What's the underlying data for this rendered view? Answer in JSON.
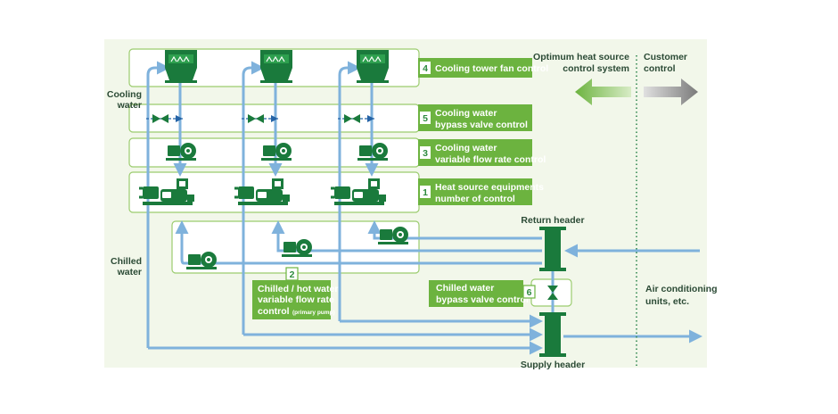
{
  "labels": {
    "cooling_water": [
      "Cooling",
      "water"
    ],
    "chilled_water": [
      "Chilled",
      "water"
    ],
    "return_header": "Return header",
    "supply_header": "Supply header",
    "optimum": [
      "Optimum heat source",
      "control system"
    ],
    "customer": [
      "Customer",
      "control"
    ],
    "air_conditioning": [
      "Air conditioning",
      "units, etc."
    ]
  },
  "controls": [
    {
      "num": "4",
      "lines": [
        "Cooling tower fan control"
      ]
    },
    {
      "num": "5",
      "lines": [
        "Cooling water",
        "bypass valve control"
      ]
    },
    {
      "num": "3",
      "lines": [
        "Cooling water",
        "variable flow rate control"
      ]
    },
    {
      "num": "1",
      "lines": [
        "Heat source equipments",
        "number of control"
      ]
    },
    {
      "num": "2",
      "lines": [
        "Chilled / hot water",
        "variable flow rate",
        "control"
      ],
      "note": "(primary pump)"
    },
    {
      "num": "6",
      "lines": [
        "Chilled water",
        "bypass valve control"
      ]
    }
  ],
  "colors": {
    "panel": "#f2f7ea",
    "row_fill": "#ffffff",
    "row_stroke": "#9bcc6e",
    "box_green": "#6cb33f",
    "dark_green": "#1a7a3c",
    "pipe_blue": "#7fb2dc",
    "arrow_green": "#8cc35e",
    "arrow_gray": "#8a8a8a"
  },
  "icons": {
    "cooling_tower": "cooling-tower-icon",
    "pump": "pump-icon",
    "chiller": "chiller-icon",
    "valve": "bypass-valve-icon",
    "header": "header-icon"
  }
}
